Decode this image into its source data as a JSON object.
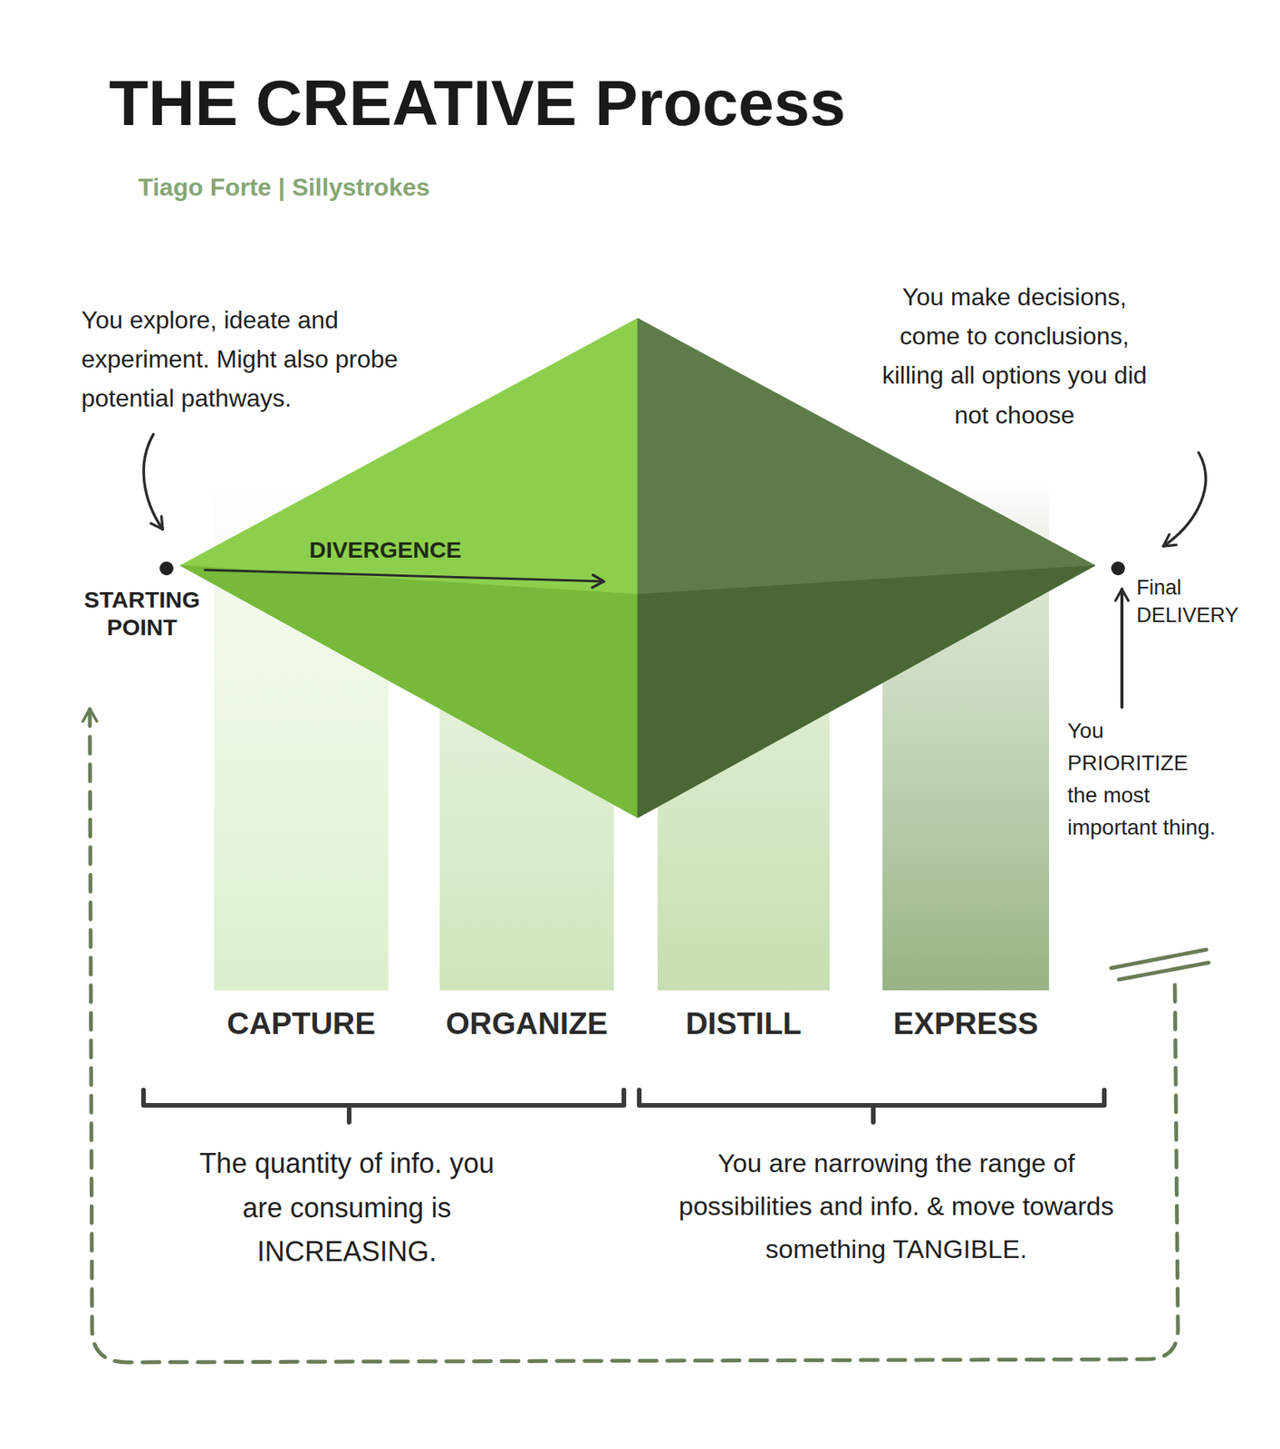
{
  "diagram": {
    "title": "THE CREATIVE Process",
    "nodes": [
      {
        "text": [
          "STARTING POINT"
        ]
      },
      {
        "text": [
          "DIVERGENCE"
        ]
      },
      {
        "text": [
          "Final DELIVERY"
        ]
      },
      {
        "text": [
          "CAPTURE"
        ]
      },
      {
        "text": [
          "ORGANIZE"
        ]
      },
      {
        "text": [
          "DISTILL"
        ]
      },
      {
        "text": [
          "EXPRESS"
        ]
      }
    ],
    "labels": [
      "Tiago Forte | Sillystrokes",
      "You explore, ideate and experiment. Might also probe potential pathways.",
      "You make decisions, come to conclusions, killing all options you did not choose",
      "You PRIORITIZE the most important thing.",
      "The quantity of info. you are consuming is INCREASING.",
      "You are narrowing the range of possibilities and info. & move towards something TANGIBLE."
    ]
  }
}
